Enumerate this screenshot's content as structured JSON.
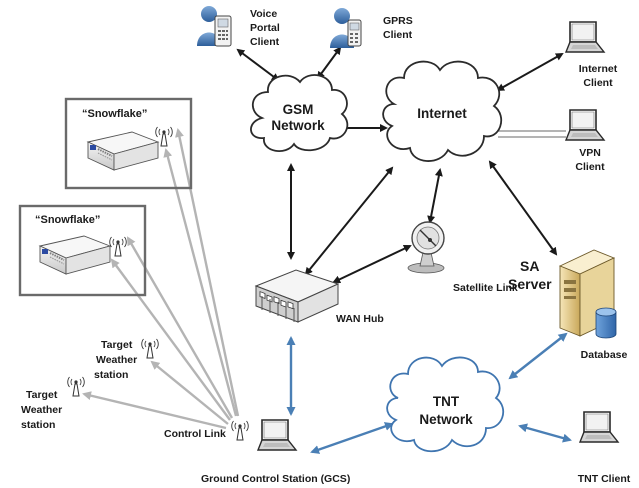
{
  "colors": {
    "dark_link": "#1a1a1a",
    "blue_link": "#4a7fb5",
    "grey_link": "#b4b4b4",
    "cloud_stroke": "#2b2b2b",
    "tnt_stroke": "#3f75b0"
  },
  "icons": [
    "person-phone-icon",
    "laptop-icon",
    "cloud-icon",
    "device-box-icon",
    "antenna-icon",
    "satellite-dish-icon",
    "network-hub-icon",
    "server-tower-icon",
    "database-icon"
  ],
  "nodes": {
    "voice_portal": "Voice Portal Client",
    "voice_portal_lines": [
      "Voice",
      "Portal",
      "Client"
    ],
    "gprs_lines": [
      "GPRS",
      "Client"
    ],
    "gsm_lines": [
      "GSM",
      "Network"
    ],
    "internet": "Internet",
    "internet_client_lines": [
      "Internet",
      "Client"
    ],
    "vpn_client_lines": [
      "VPN",
      "Client"
    ],
    "snowflake_1": "“Snowflake”",
    "snowflake_2": "“Snowflake”",
    "satellite": "Satellite Link",
    "wan_hub": "WAN Hub",
    "sa_server_lines": [
      "SA",
      "Server"
    ],
    "database": "Database",
    "target_1_lines": [
      "Target",
      "Weather",
      "station"
    ],
    "target_2_lines": [
      "Target",
      "Weather",
      "station"
    ],
    "tnt_lines": [
      "TNT",
      "Network"
    ],
    "control_link": "Control Link",
    "gcs": "Ground Control Station (GCS)",
    "tnt_client": "TNT Client"
  }
}
